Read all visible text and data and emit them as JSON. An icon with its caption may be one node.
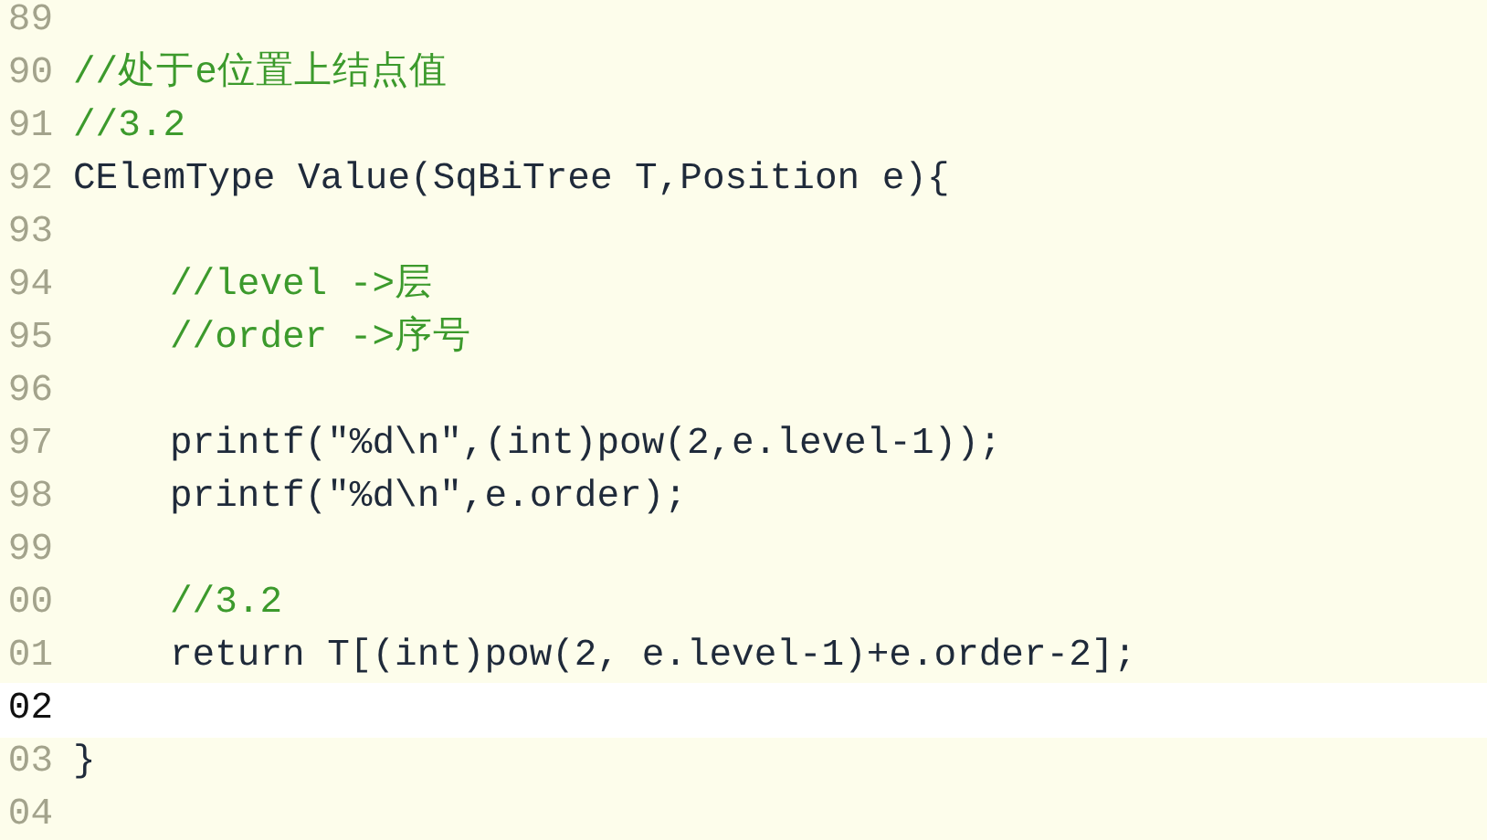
{
  "diagram": {
    "labels": [
      "89",
      "90",
      "//处于e位置上结点值",
      "91",
      "//3.2",
      "92",
      "CElemType Value(SqBiTree T,Position e){",
      "93",
      "94",
      "//level ->层",
      "95",
      "//order ->序号",
      "96",
      "97",
      "printf(\"%d\\n\",(int)pow(2,e.level-1));",
      "98",
      "printf(\"%d\\n\",e.order);",
      "99",
      "00",
      "//3.2",
      "01",
      "return T[(int)pow(2, e.level-1)+e.order-2];",
      "02",
      "03",
      "}",
      "04"
    ]
  }
}
